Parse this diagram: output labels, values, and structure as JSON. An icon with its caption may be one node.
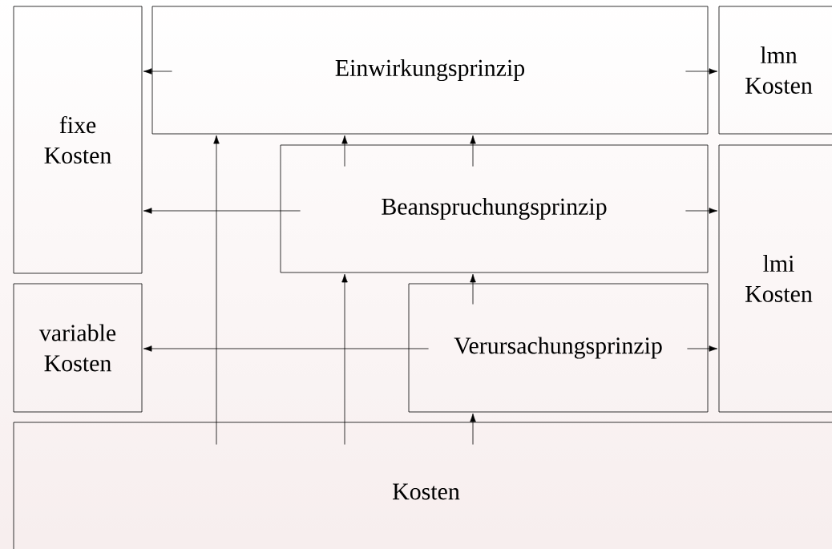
{
  "diagram": {
    "nodes": [
      {
        "text": [
          "fixe Kosten"
        ]
      },
      {
        "text": [
          "Einwirkungsprinzip"
        ]
      },
      {
        "text": [
          "lmn Kosten"
        ]
      },
      {
        "text": [
          "Beanspruchungsprinzip"
        ]
      },
      {
        "text": [
          "lmi Kosten"
        ]
      },
      {
        "text": [
          "variable Kosten"
        ]
      },
      {
        "text": [
          "Verursachungsprinzip"
        ]
      },
      {
        "text": [
          "Kosten"
        ]
      }
    ],
    "edges": [
      {
        "from": 7,
        "to": 1,
        "arrow": "to"
      },
      {
        "from": 7,
        "to": 3,
        "arrow": "to"
      },
      {
        "from": 7,
        "to": 6,
        "arrow": "to"
      },
      {
        "from": 6,
        "to": 3,
        "arrow": "to"
      },
      {
        "from": 3,
        "to": 1,
        "arrow": "to"
      },
      {
        "from": 3,
        "to": 1,
        "arrow": "to"
      },
      {
        "from": 1,
        "to": 0,
        "arrow": "to"
      },
      {
        "from": 1,
        "to": 2,
        "arrow": "to"
      },
      {
        "from": 3,
        "to": 0,
        "arrow": "to"
      },
      {
        "from": 3,
        "to": 4,
        "arrow": "to"
      },
      {
        "from": 6,
        "to": 5,
        "arrow": "to"
      },
      {
        "from": 6,
        "to": 4,
        "arrow": "to"
      }
    ]
  }
}
